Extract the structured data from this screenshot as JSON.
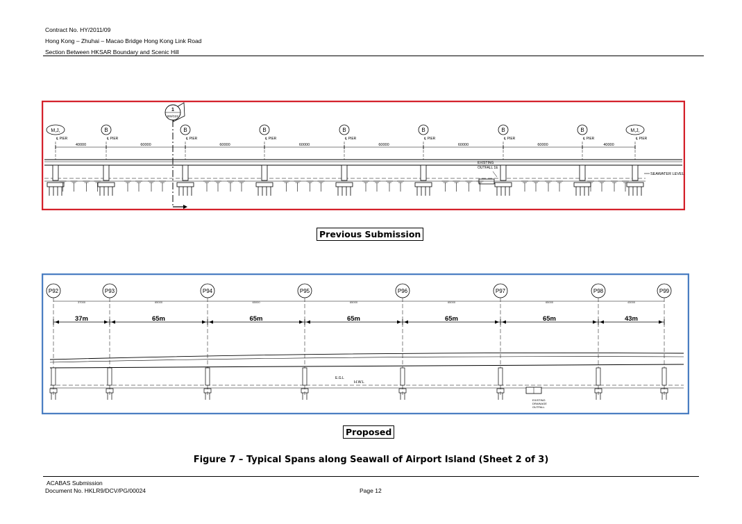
{
  "header": {
    "contract": "Contract No. HY/2011/09",
    "project": "Hong Kong – Zhuhai – Macao Bridge Hong Kong Link Road",
    "section": "Section Between HKSAR Boundary and Scenic Hill"
  },
  "previous": {
    "caption": "Previous Submission",
    "section_marker_num": "1",
    "section_marker_ref": "BS/G22",
    "pier_label": "℄ PIER",
    "piers": [
      "M,J,",
      "B",
      "B",
      "B",
      "B",
      "B",
      "B",
      "B",
      "M,J,"
    ],
    "spans": [
      "40000",
      "60000",
      "60000",
      "60000",
      "60000",
      "60000",
      "60000",
      "40000"
    ],
    "outfall_label_1": "EXISTING",
    "outfall_label_2": "OUTFALL 1E",
    "seawater_label": "SEAWATER LEVEL",
    "colors": {
      "frame": "#d4202a"
    }
  },
  "proposed": {
    "caption": "Proposed",
    "piers": [
      "P92",
      "P93",
      "P94",
      "P95",
      "P96",
      "P97",
      "P98",
      "P99"
    ],
    "span_dims": [
      "37000",
      "65000",
      "65000",
      "65000",
      "65000",
      "65000",
      "43000"
    ],
    "spans": [
      "37m",
      "65m",
      "65m",
      "65m",
      "65m",
      "65m",
      "43m"
    ],
    "hwl_label": "H.W.L",
    "eg_label": "E.G.L",
    "drainage_label_1": "EXISTING",
    "drainage_label_2": "DRAINAGE",
    "drainage_label_3": "OUTFALL",
    "colors": {
      "frame": "#4a7ec2"
    }
  },
  "figure_title": "Figure 7 – Typical Spans along Seawall of Airport Island (Sheet 2 of 3)",
  "footer": {
    "submission": "ACABAS Submission",
    "document": "Document No. HKLR9/DCV/PG/00024",
    "page": "Page 12"
  }
}
